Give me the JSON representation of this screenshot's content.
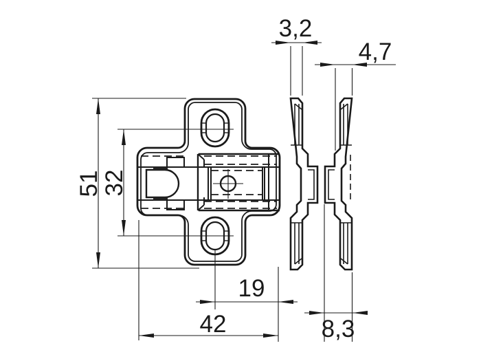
{
  "drawing": {
    "background_color": "#ffffff",
    "line_color": "#1a1a1a",
    "description_labels_visible": [
      "3,2",
      "4,7",
      "51",
      "32",
      "19",
      "42",
      "8,3"
    ],
    "dimensions": {
      "flange_width": {
        "label": "3,2",
        "value": 3.2
      },
      "crank_offset": {
        "label": "4,7",
        "value": 4.7
      },
      "plate_height": {
        "label": "51",
        "value": 51
      },
      "hole_spacing": {
        "label": "32",
        "value": 32
      },
      "center_to_edge": {
        "label": "19",
        "value": 19
      },
      "plate_width": {
        "label": "42",
        "value": 42
      },
      "total_depth": {
        "label": "8,3",
        "value": 8.3
      }
    }
  }
}
